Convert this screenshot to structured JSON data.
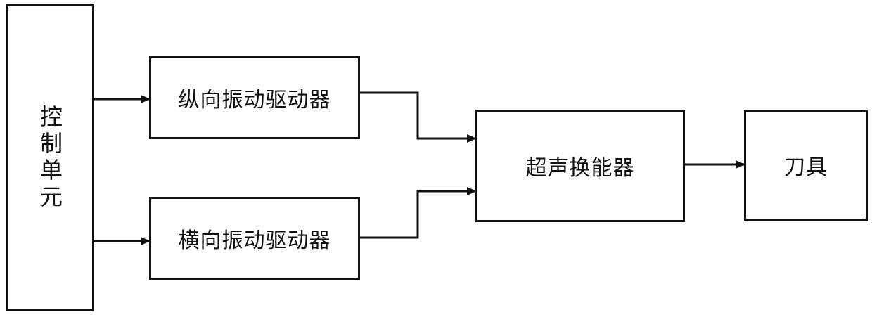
{
  "diagram": {
    "control_unit": "控制单元",
    "longitudinal_driver": "纵向振动驱动器",
    "transverse_driver": "横向振动驱动器",
    "ultrasonic_transducer": "超声换能器",
    "tool": "刀具"
  },
  "colors": {
    "line": "#111111",
    "background": "#ffffff"
  }
}
